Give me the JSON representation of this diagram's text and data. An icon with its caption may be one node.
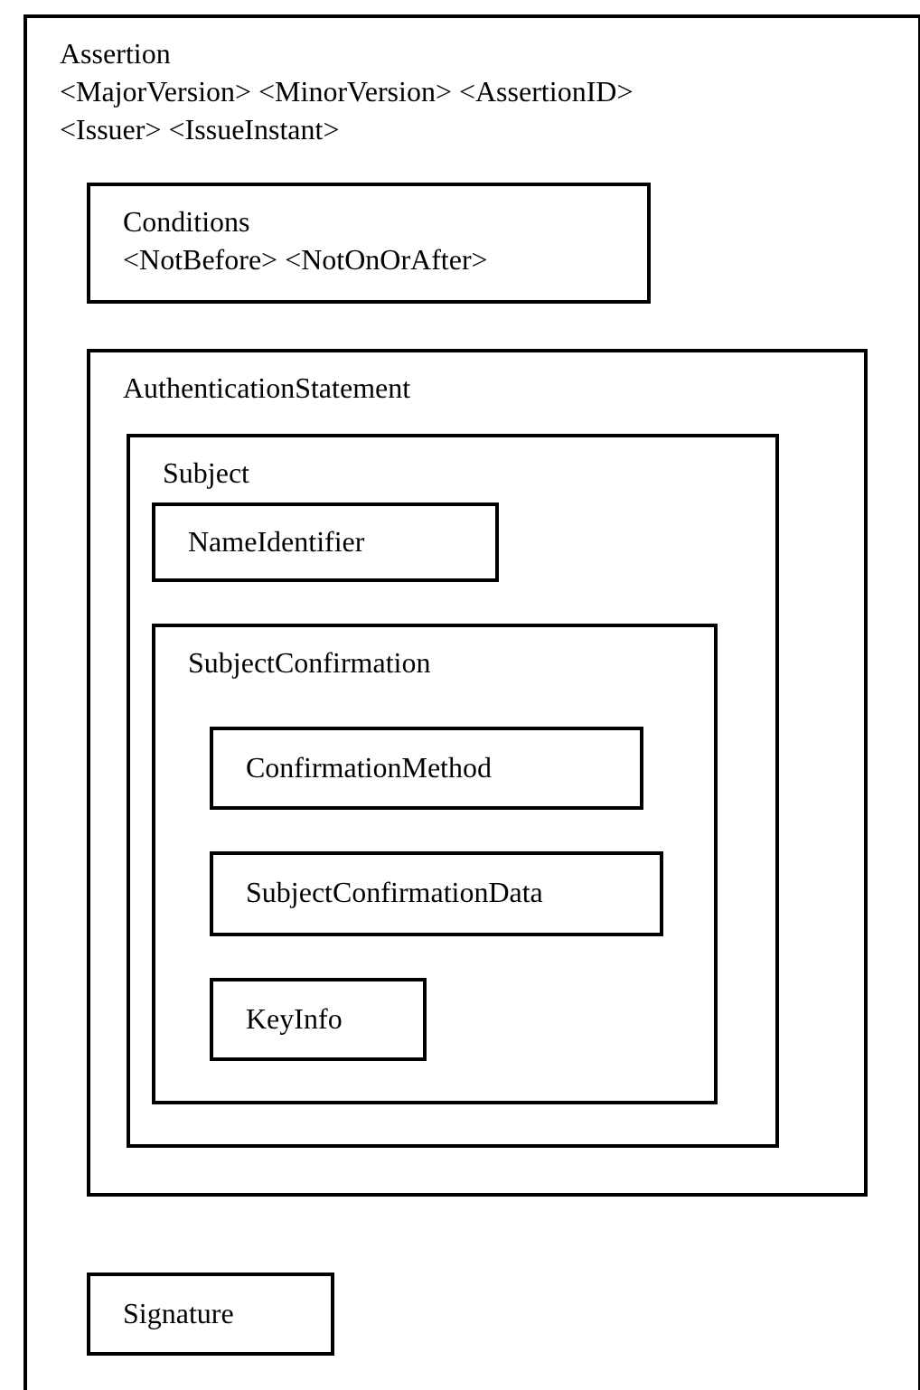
{
  "diagram": {
    "nodes": [
      {
        "text": [
          "Assertion",
          "<MajorVersion> <MinorVersion> <AssertionID> <Issuer> <IssueInstant>"
        ]
      },
      {
        "text": [
          "Conditions",
          "<NotBefore> <NotOnOrAfter>"
        ],
        "in": 0
      },
      {
        "text": [
          "AuthenticationStatement"
        ],
        "in": 0
      },
      {
        "text": [
          "Subject"
        ],
        "in": 2
      },
      {
        "text": [
          "NameIdentifier"
        ],
        "in": 3
      },
      {
        "text": [
          "SubjectConfirmation"
        ],
        "in": 3
      },
      {
        "text": [
          "ConfirmationMethod"
        ],
        "in": 5
      },
      {
        "text": [
          "SubjectConfirmationData"
        ],
        "in": 5
      },
      {
        "text": [
          "KeyInfo"
        ],
        "in": 5
      },
      {
        "text": [
          "Signature"
        ],
        "in": 0
      }
    ]
  }
}
